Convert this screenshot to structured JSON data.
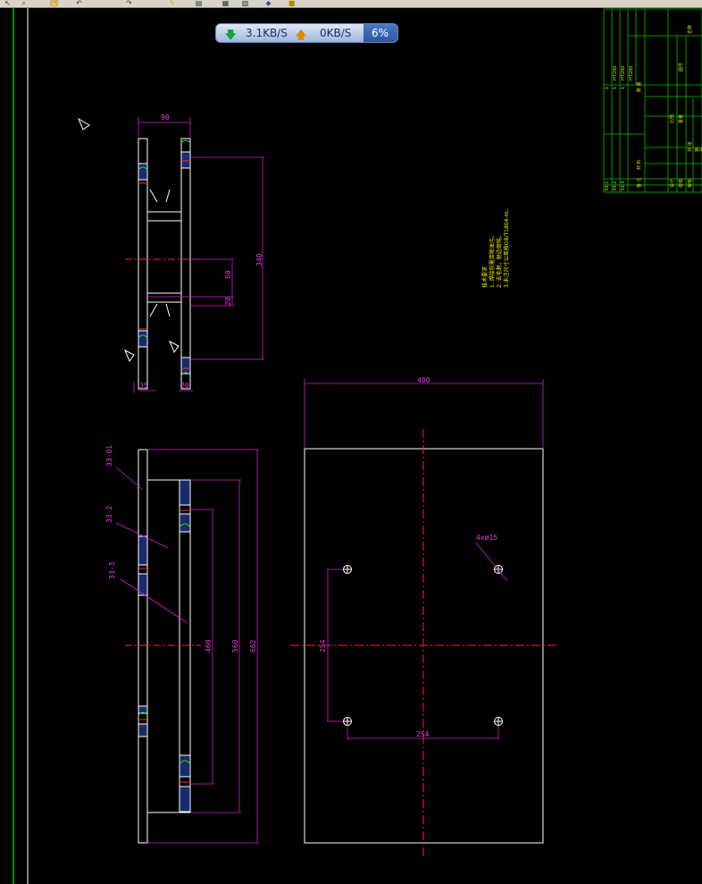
{
  "toolbar": {
    "icons": [
      "arrow-icon",
      "zoom-icon",
      "pan-icon",
      "undo-icon",
      "redo-icon",
      "lightning-icon",
      "open-icon",
      "save-icon",
      "print-icon",
      "layer-icon",
      "properties-icon"
    ]
  },
  "network_meter": {
    "download_rate": "3.1KB/S",
    "upload_rate": "0KB/S",
    "cpu_percent": "6%"
  },
  "drawing": {
    "top_view": {
      "width_dim": "90",
      "height_dim": "340",
      "inner_dim_a": "60",
      "inner_dim_b": "20",
      "bottom_dim_left": "35",
      "bottom_dim_right": "20"
    },
    "side_view": {
      "part_labels": [
        "33-01",
        "33-2",
        "33-3"
      ],
      "dims": [
        "460",
        "560",
        "662"
      ]
    },
    "plate_view": {
      "width_dim": "400",
      "hole_spec": "4xø15",
      "hole_spacing_v": "254",
      "hole_spacing_h": "254"
    },
    "notes": {
      "title": "技术要求",
      "lines": [
        "1. 焊接前需清除油污。",
        "2. 去毛刺，锐边倒钝。",
        "3.未注尺寸公差按GB/T1804-m。"
      ]
    },
    "title_block": {
      "cells": [
        "HT200",
        "HT200",
        "HT200",
        "1",
        "1",
        "1",
        "数 量",
        "材 料",
        "备 注",
        "设计",
        "校核",
        "审核",
        "33-1",
        "33-2",
        "33-3",
        "比例",
        "重量",
        "共 张",
        "第 张",
        "图号",
        "名称"
      ]
    }
  }
}
